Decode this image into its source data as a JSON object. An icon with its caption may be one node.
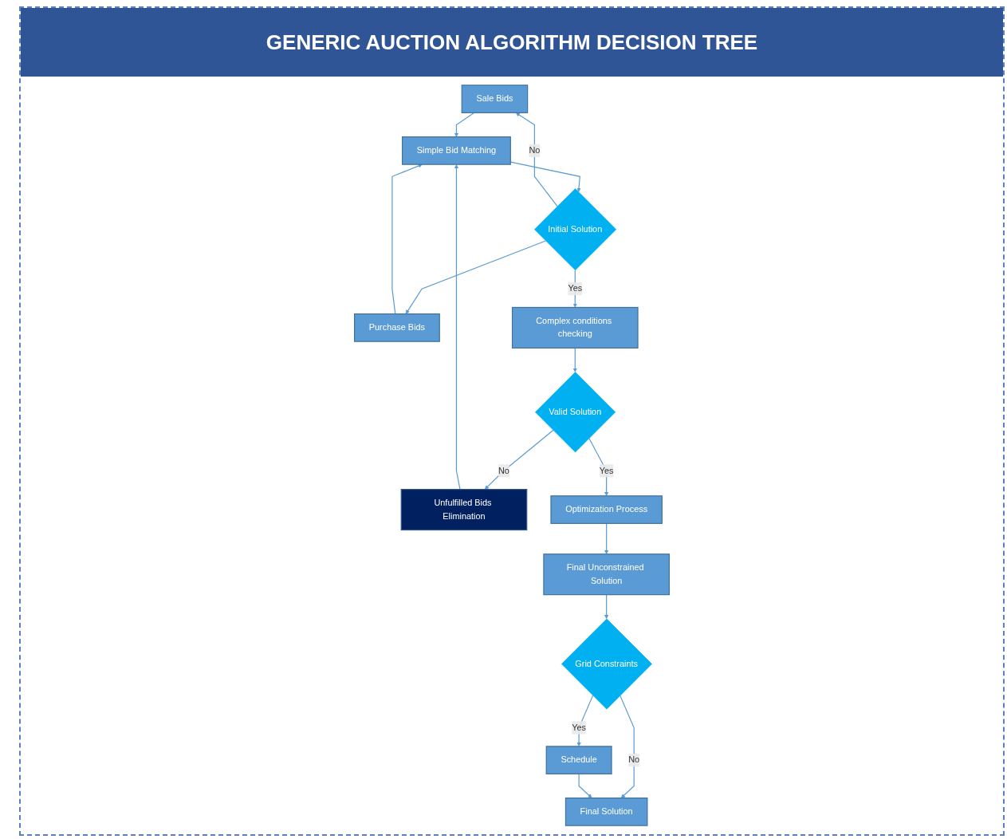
{
  "diagram": {
    "title": "GENERIC AUCTION ALGORITHM DECISION TREE",
    "nodes": [
      {
        "text": [
          "Sale Bids"
        ]
      },
      {
        "text": [
          "Purchase Bids"
        ]
      },
      {
        "text": [
          "Simple Bid Matching"
        ]
      },
      {
        "text": [
          "Initial Solution"
        ]
      },
      {
        "text": [
          "Unfulfilled Bids Elimination"
        ]
      },
      {
        "text": [
          "Complex conditions checking"
        ]
      },
      {
        "text": [
          "Valid Solution"
        ]
      },
      {
        "text": [
          "Optimization Process"
        ]
      },
      {
        "text": [
          "Final Unconstrained Solution"
        ]
      },
      {
        "text": [
          "Final Solution"
        ]
      },
      {
        "text": [
          "Grid Constraints"
        ]
      },
      {
        "text": [
          "Schedule"
        ]
      }
    ],
    "edges": [
      {
        "from": 0,
        "to": 2,
        "arrow": "to"
      },
      {
        "from": 1,
        "to": 2,
        "arrow": "to"
      },
      {
        "from": 2,
        "to": 3,
        "arrow": "to"
      },
      {
        "from": 3,
        "to": 0,
        "arrow": "to",
        "label": "No"
      },
      {
        "from": 3,
        "to": 1,
        "arrow": "to"
      },
      {
        "from": 3,
        "to": 5,
        "arrow": "to",
        "label": "Yes"
      },
      {
        "from": 5,
        "to": 6,
        "arrow": "to"
      },
      {
        "from": 6,
        "to": 4,
        "arrow": "to",
        "label": "No"
      },
      {
        "from": 4,
        "to": 2,
        "arrow": "to"
      },
      {
        "from": 6,
        "to": 7,
        "arrow": "to",
        "label": "Yes"
      },
      {
        "from": 7,
        "to": 8,
        "arrow": "to"
      },
      {
        "from": 8,
        "to": 10,
        "arrow": "to"
      },
      {
        "from": 10,
        "to": 9,
        "arrow": "to",
        "label": "No"
      },
      {
        "from": 10,
        "to": 11,
        "arrow": "to",
        "label": "Yes"
      },
      {
        "from": 11,
        "to": 9,
        "arrow": "to"
      }
    ]
  }
}
